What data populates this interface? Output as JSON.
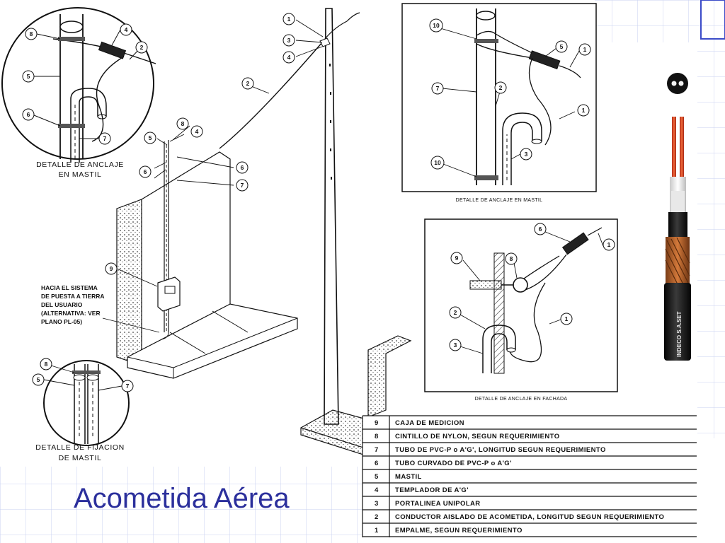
{
  "slide": {
    "title": "Acometida Aérea",
    "accent_color": "#2b2f9c",
    "grid_color": "#c9d2f0"
  },
  "details": {
    "mastil_top_left": {
      "caption_line1": "DETALLE DE ANCLAJE",
      "caption_line2": "EN MASTIL",
      "callouts": [
        "8",
        "4",
        "2",
        "5",
        "6",
        "7"
      ]
    },
    "mastil_top_right": {
      "caption": "DETALLE DE ANCLAJE EN MASTIL",
      "callouts": [
        "10",
        "5",
        "1",
        "7",
        "2",
        "1",
        "10",
        "3"
      ]
    },
    "fachada": {
      "caption": "DETALLE DE ANCLAJE EN FACHADA",
      "callouts": [
        "6",
        "1",
        "9",
        "8",
        "2",
        "1",
        "3"
      ]
    },
    "fijacion": {
      "caption_line1": "DETALLE DE FIJACION",
      "caption_line2": "DE MASTIL",
      "callouts": [
        "8",
        "5",
        "7"
      ]
    },
    "main": {
      "pole_callouts": [
        "1",
        "3",
        "4",
        "2"
      ],
      "wall_callouts": [
        "8",
        "5",
        "4",
        "6",
        "6",
        "7",
        "9"
      ],
      "note_lines": [
        "HACIA EL SISTEMA",
        "DE PUESTA A TIERRA",
        "DEL USUARIO",
        "(ALTERNATIVA: VER",
        "PLANO PL-05)"
      ]
    }
  },
  "cable": {
    "label": "INDECO S.A.SET"
  },
  "legend": {
    "rows": [
      {
        "num": "9",
        "desc": "CAJA DE MEDICION"
      },
      {
        "num": "8",
        "desc": "CINTILLO DE NYLON, SEGUN REQUERIMIENTO"
      },
      {
        "num": "7",
        "desc": "TUBO DE PVC-P o A'G', LONGITUD SEGUN REQUERIMIENTO"
      },
      {
        "num": "6",
        "desc": "TUBO CURVADO DE PVC-P o A'G'"
      },
      {
        "num": "5",
        "desc": "MASTIL"
      },
      {
        "num": "4",
        "desc": "TEMPLADOR DE A'G'"
      },
      {
        "num": "3",
        "desc": "PORTALINEA UNIPOLAR"
      },
      {
        "num": "2",
        "desc": "CONDUCTOR AISLADO DE ACOMETIDA, LONGITUD SEGUN REQUERIMIENTO"
      },
      {
        "num": "1",
        "desc": "EMPALME, SEGUN REQUERIMIENTO"
      }
    ]
  }
}
